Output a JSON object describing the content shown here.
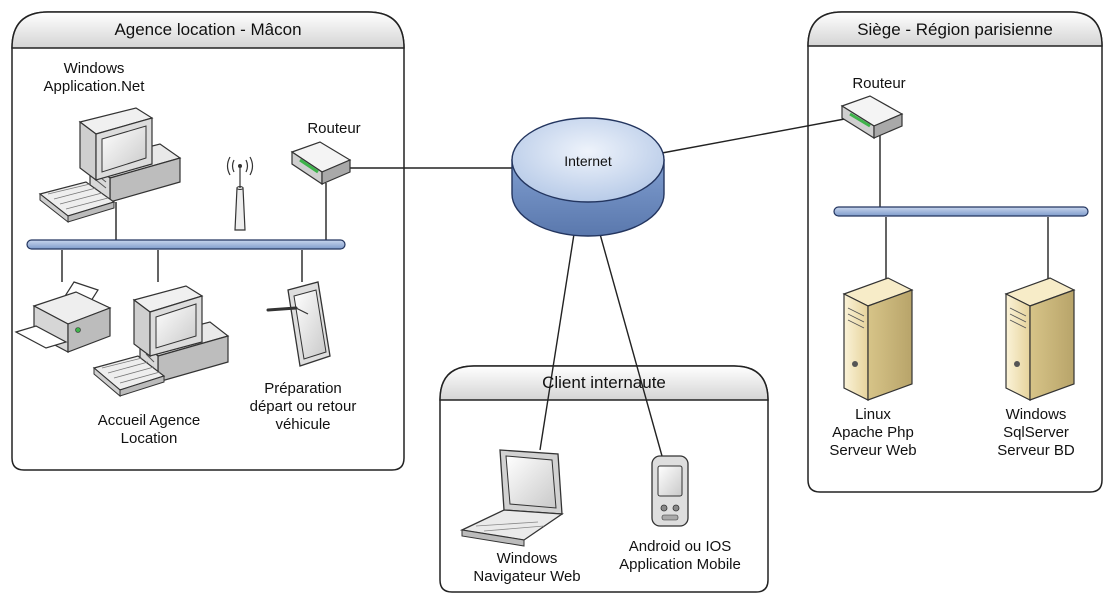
{
  "zones": {
    "agence": {
      "title": "Agence location - Mâcon"
    },
    "siege": {
      "title": "Siège - Région parisienne"
    },
    "client": {
      "title": "Client internaute"
    }
  },
  "internet": {
    "label": "Internet"
  },
  "nodes": {
    "agence_pc_windows": {
      "lines": [
        "Windows",
        "Application.Net"
      ]
    },
    "agence_router": {
      "label": "Routeur"
    },
    "agence_accueil": {
      "lines": [
        "Accueil Agence",
        "Location"
      ]
    },
    "agence_tablette": {
      "lines": [
        "Préparation",
        "départ ou retour",
        "véhicule"
      ]
    },
    "siege_router": {
      "label": "Routeur"
    },
    "siege_server_linux": {
      "lines": [
        "Linux",
        "Apache Php",
        "Serveur Web"
      ]
    },
    "siege_server_windows": {
      "lines": [
        "Windows",
        "SqlServer",
        "Serveur BD"
      ]
    },
    "client_laptop": {
      "lines": [
        "Windows",
        "Navigateur Web"
      ]
    },
    "client_mobile": {
      "lines": [
        "Android ou IOS",
        "Application Mobile"
      ]
    }
  },
  "colors": {
    "bus": "#9db4da",
    "bus_stroke": "#23355f",
    "cloud_top": "#dde8f7",
    "cloud_side": "#97b1d8",
    "router_led": "#3db34a",
    "server_body": "#f3e4b3"
  }
}
